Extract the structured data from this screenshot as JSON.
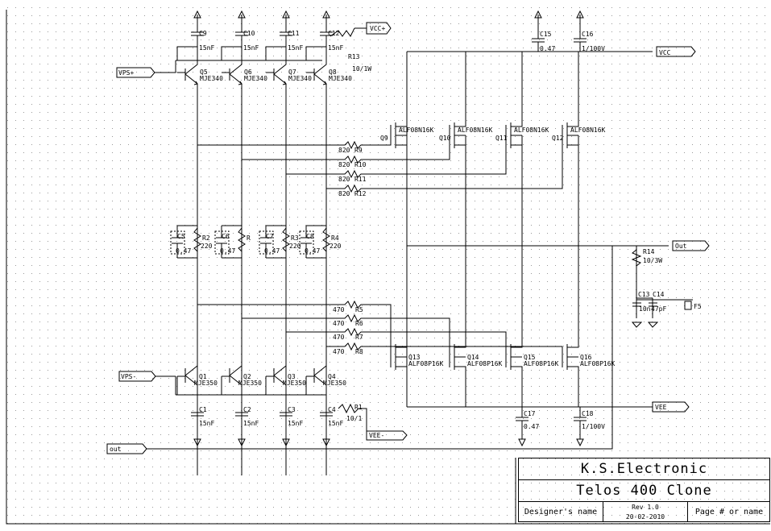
{
  "title_block": {
    "company": "K.S.Electronic",
    "project": "Telos 400 Clone",
    "designer": "Designer's name",
    "revision": "Rev 1.0",
    "date": "20-02-2010",
    "page": "Page # or name"
  },
  "nets": {
    "vcc_plus": "VCC+",
    "vcc": "VCC",
    "vps_plus": "VPS+",
    "vps_minus": "VPS-",
    "vee": "VEE",
    "vee_minus": "VEE-",
    "out_right": "Out",
    "out_left": "out",
    "fuse": "F5"
  },
  "predriver_top": [
    {
      "ref": "Q5",
      "part": "MJE340",
      "cap": "C9",
      "cap_val": "15nF"
    },
    {
      "ref": "Q6",
      "part": "MJE340",
      "cap": "C10",
      "cap_val": "15nF"
    },
    {
      "ref": "Q7",
      "part": "MJE340",
      "cap": "C11",
      "cap_val": "15nF"
    },
    {
      "ref": "Q8",
      "part": "MJE340",
      "cap": "C12",
      "cap_val": "15nF"
    }
  ],
  "predriver_bottom": [
    {
      "ref": "Q1",
      "part": "MJE350",
      "cap": "C1",
      "cap_val": "15nF"
    },
    {
      "ref": "Q2",
      "part": "MJE350",
      "cap": "C2",
      "cap_val": "15nF"
    },
    {
      "ref": "Q3",
      "part": "MJE350",
      "cap": "C3",
      "cap_val": "15nF"
    },
    {
      "ref": "Q4",
      "part": "MJE350",
      "cap": "C4",
      "cap_val": "15nF"
    }
  ],
  "mosfets_n": [
    {
      "ref": "Q9",
      "part": "ALF08N16K"
    },
    {
      "ref": "Q10",
      "part": "ALF08N16K"
    },
    {
      "ref": "Q11",
      "part": "ALF08N16K"
    },
    {
      "ref": "Q12",
      "part": "ALF08N16K"
    }
  ],
  "mosfets_p": [
    {
      "ref": "Q13",
      "part": "ALF08P16K"
    },
    {
      "ref": "Q14",
      "part": "ALF08P16K"
    },
    {
      "ref": "Q15",
      "part": "ALF08P16K"
    },
    {
      "ref": "Q16",
      "part": "ALF08P16K"
    }
  ],
  "gate_res_n": [
    {
      "ref": "R9",
      "val": "820"
    },
    {
      "ref": "R10",
      "val": "820"
    },
    {
      "ref": "R11",
      "val": "820"
    },
    {
      "ref": "R12",
      "val": "820"
    }
  ],
  "gate_res_p": [
    {
      "ref": "R5",
      "val": "470"
    },
    {
      "ref": "R6",
      "val": "470"
    },
    {
      "ref": "R7",
      "val": "470"
    },
    {
      "ref": "R8",
      "val": "470"
    }
  ],
  "bias_pairs": [
    {
      "cap": "C5",
      "cap_val": "0.47",
      "res": "R2",
      "res_val": "220"
    },
    {
      "cap": "C6",
      "cap_val": "0.47",
      "res": "R",
      "res_val": ""
    },
    {
      "cap": "C7",
      "cap_val": "0.47",
      "res": "R3",
      "res_val": "220"
    },
    {
      "cap": "C8",
      "cap_val": "0.47",
      "res": "R4",
      "res_val": "220"
    }
  ],
  "rail_caps": [
    {
      "ref": "C15",
      "val": "0.47"
    },
    {
      "ref": "C16",
      "val": "1/100V"
    },
    {
      "ref": "C17",
      "val": "0.47"
    },
    {
      "ref": "C18",
      "val": "1/100V"
    }
  ],
  "misc": {
    "r13": "R13",
    "r13_val": "10/1W",
    "r1": "R1",
    "r1_val": "10/1",
    "r14": "R14",
    "r14_val": "10/3W",
    "c13": "C13",
    "c14": "C14",
    "c13_val": "10n",
    "c14_val": "47pF"
  }
}
